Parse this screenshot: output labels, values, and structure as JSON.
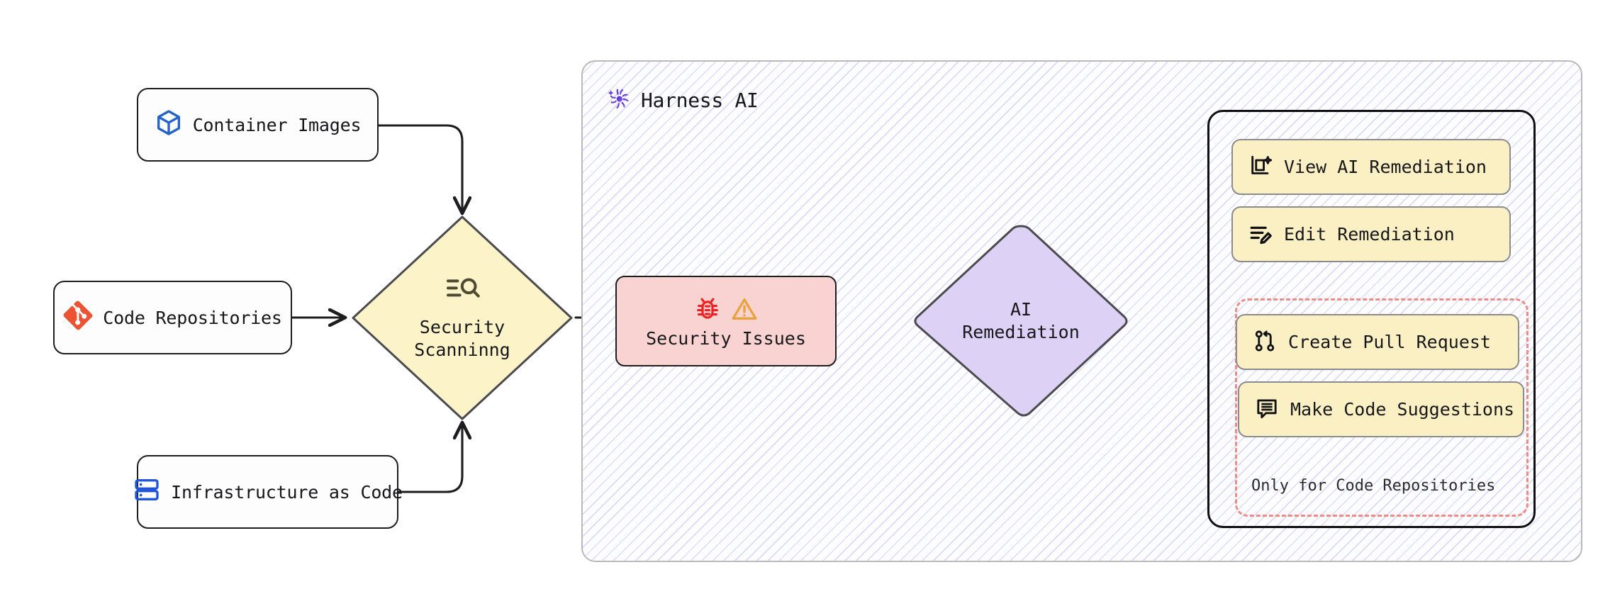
{
  "diagram": {
    "title": "Harness AI security scanning and remediation flow",
    "type": "flowchart"
  },
  "inputs": [
    {
      "id": "container-images",
      "label": "Container Images",
      "icon": "cube-icon",
      "icon_color": "#2563c9"
    },
    {
      "id": "code-repositories",
      "label": "Code Repositories",
      "icon": "git-icon",
      "icon_color": "#ec5234"
    },
    {
      "id": "infrastructure-as-code",
      "label": "Infrastructure as Code",
      "icon": "server-icon",
      "icon_color": "#1f55d6"
    }
  ],
  "scanning": {
    "label": "Security\nScanninng",
    "icon": "scan-search-icon",
    "fill": "#fdf3c8",
    "stroke": "#4a4a4f"
  },
  "issues": {
    "label": "Security Issues",
    "icons": [
      "bug-icon",
      "warning-triangle-icon"
    ],
    "fill": "#f9d2d2",
    "bug_color": "#ec2222",
    "warning_color": "#e8a33d"
  },
  "remediation": {
    "label": "AI\nRemediation",
    "fill": "#ddd2f5",
    "stroke": "#4a4a4f"
  },
  "harness": {
    "title": "Harness AI",
    "logo": "harness-pinwheel-logo",
    "logo_color": "#5233cc"
  },
  "actions": {
    "cards": [
      {
        "id": "view-ai-remediation",
        "label": "View AI Remediation",
        "icon": "document-sparkle-icon"
      },
      {
        "id": "edit-remediation",
        "label": "Edit Remediation",
        "icon": "lines-pencil-icon"
      },
      {
        "id": "create-pull-request",
        "label": "Create Pull Request",
        "icon": "git-pull-request-icon"
      },
      {
        "id": "make-code-suggestions",
        "label": "Make Code Suggestions",
        "icon": "comment-lines-icon"
      }
    ],
    "restricted_group": {
      "label": "Only for Code Repositories",
      "border_color": "#ef8b85"
    },
    "card_fill": "#fbf0c4"
  },
  "edges": [
    {
      "from": "container-images",
      "to": "scanning",
      "style": "curved-arrow"
    },
    {
      "from": "code-repositories",
      "to": "scanning",
      "style": "straight-arrow"
    },
    {
      "from": "infrastructure-as-code",
      "to": "scanning",
      "style": "curved-arrow"
    },
    {
      "from": "scanning",
      "to": "issues",
      "style": "straight-arrow"
    },
    {
      "from": "issues",
      "to": "remediation",
      "style": "straight-arrow"
    },
    {
      "from": "remediation",
      "to": "actions",
      "style": "straight-arrow"
    }
  ]
}
